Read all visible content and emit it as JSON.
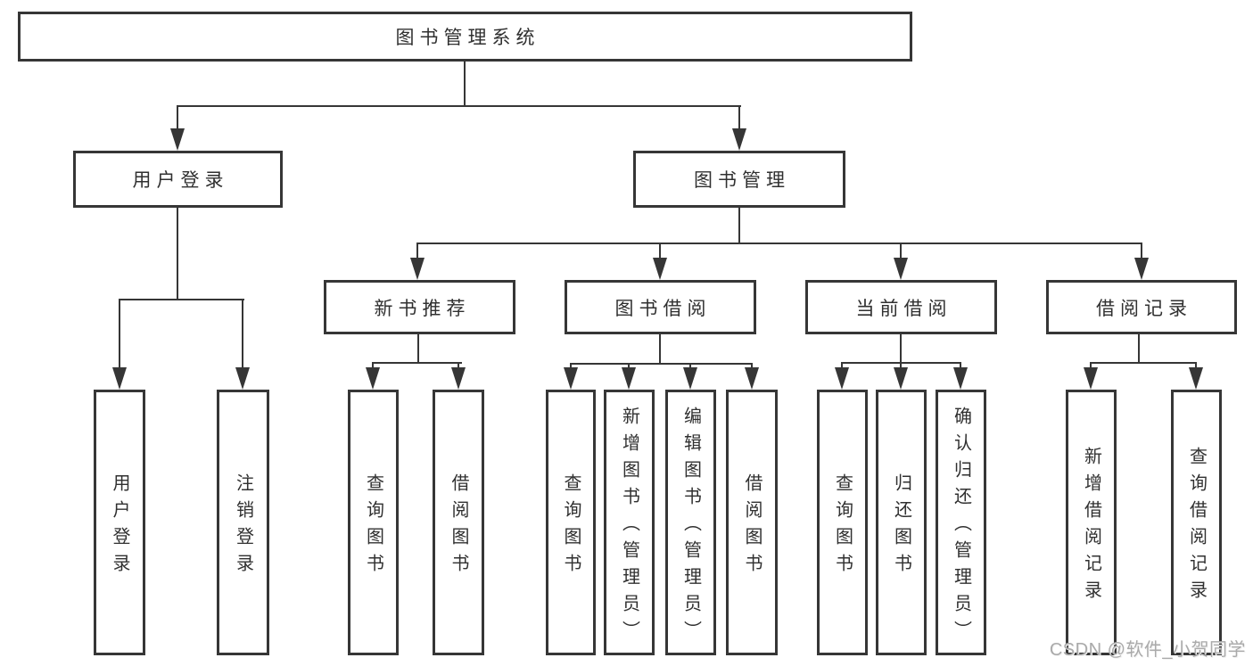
{
  "colors": {
    "background": "#ffffff",
    "box_border": "#363636",
    "connector_line": "#363636",
    "text": "#303030",
    "watermark_text": "#aaaaaa"
  },
  "diagram": {
    "root": {
      "label": "图书管理系统"
    },
    "branches": [
      {
        "label": "用户登录",
        "children": [
          {
            "label": "用户登录"
          },
          {
            "label": "注销登录"
          }
        ]
      },
      {
        "label": "图书管理",
        "children": [
          {
            "label": "新书推荐",
            "children": [
              {
                "label": "查询图书"
              },
              {
                "label": "借阅图书"
              }
            ]
          },
          {
            "label": "图书借阅",
            "children": [
              {
                "label": "查询图书"
              },
              {
                "label": "新增图书（管理员）"
              },
              {
                "label": "编辑图书（管理员）"
              },
              {
                "label": "借阅图书"
              }
            ]
          },
          {
            "label": "当前借阅",
            "children": [
              {
                "label": "查询图书"
              },
              {
                "label": "归还图书"
              },
              {
                "label": "确认归还（管理员）"
              }
            ]
          },
          {
            "label": "借阅记录",
            "children": [
              {
                "label": "新增借阅记录"
              },
              {
                "label": "查询借阅记录"
              }
            ]
          }
        ]
      }
    ]
  },
  "watermark": "CSDN @软件_小贺同学"
}
